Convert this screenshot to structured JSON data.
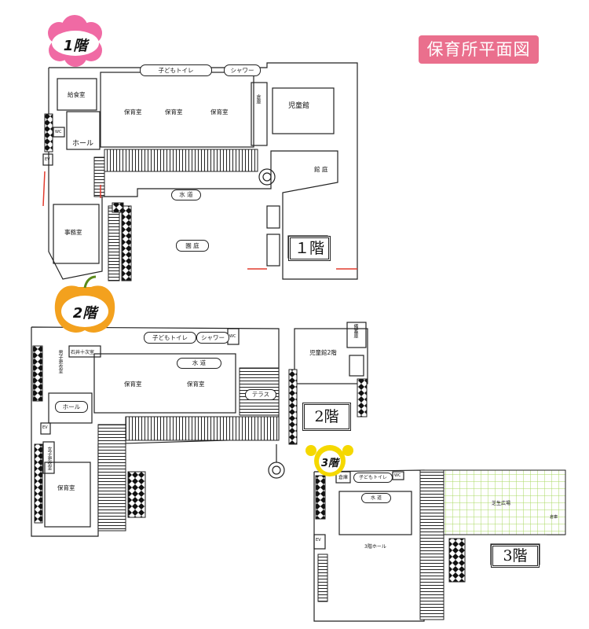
{
  "title": "保育所平面図",
  "colors": {
    "title_bg": "#ea6f8d",
    "flower": "#f06aa4",
    "apple": "#f3a11e",
    "bear": "#f5d800",
    "lawn_grid": "#a8d860",
    "line": "#222222",
    "door": "#e23b2e"
  },
  "floor1": {
    "badge": "1階",
    "plate": "１階",
    "rooms": {
      "kyushoku": "給食室",
      "hall": "ホール",
      "hoiku1": "保育室",
      "hoiku2": "保育室",
      "hoiku3": "保育室",
      "jidokan": "児童館",
      "kanntei": "館 庭",
      "suido": "水 道",
      "jimushitsu": "事務室",
      "entei": "園 庭",
      "wc": "WC",
      "ev": "EV",
      "souko": "倉庫"
    },
    "pills": {
      "kodomo_toilet": "子どもトイレ",
      "shower": "シャワー"
    }
  },
  "floor2": {
    "badge": "2階",
    "plate": "2階",
    "rooms": {
      "kotei": "石井十次室",
      "danshi": "男子更衣室",
      "hall": "ホール",
      "hoiku1": "保育室",
      "hoiku2": "保育室",
      "suido": "水 道",
      "terrace": "テラス",
      "jidokan2": "児童館2階",
      "joshi": "女子更衣室",
      "hoiku3": "保育室",
      "wc": "WC",
      "ev": "EV",
      "sobetsu": "備蓄庫"
    },
    "pills": {
      "kodomo_toilet": "子どもトイレ",
      "shower": "シャワー"
    }
  },
  "floor3": {
    "badge": "3階",
    "plate": "3階",
    "rooms": {
      "souko": "倉庫",
      "suido": "水 道",
      "hall": "3階ホール",
      "shibafu": "芝生広場",
      "souko2": "倉庫",
      "wc": "WC",
      "ev": "EV"
    },
    "pills": {
      "kodomo_toilet": "子どもトイレ"
    }
  }
}
